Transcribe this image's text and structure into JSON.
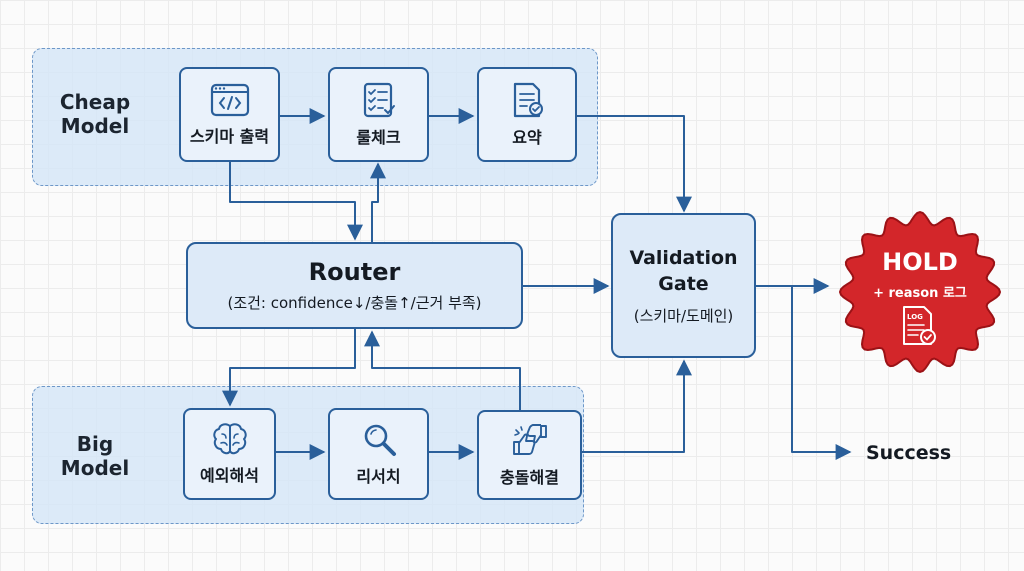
{
  "groups": {
    "cheap": {
      "label_line1": "Cheap",
      "label_line2": "Model"
    },
    "big": {
      "label_line1": "Big",
      "label_line2": "Model"
    }
  },
  "nodes": {
    "schema_output": {
      "label": "스키마 출력",
      "icon": "code-window-icon"
    },
    "rule_check": {
      "label": "룰체크",
      "icon": "checklist-icon"
    },
    "summary": {
      "label": "요약",
      "icon": "document-check-icon"
    },
    "exception_analysis": {
      "label": "예외해석",
      "icon": "brain-icon"
    },
    "research": {
      "label": "리서치",
      "icon": "magnifier-icon"
    },
    "conflict_resolution": {
      "label": "충돌해결",
      "icon": "thumbs-up-down-icon"
    }
  },
  "router": {
    "title": "Router",
    "subtitle": "(조건: confidence↓/충돌↑/근거 부족)"
  },
  "validation_gate": {
    "title_line1": "Validation",
    "title_line2": "Gate",
    "subtitle": "(스키마/도메인)"
  },
  "hold": {
    "title": "HOLD",
    "subtitle": "+ reason 로그",
    "icon_text": "LOG"
  },
  "success": {
    "label": "Success"
  },
  "colors": {
    "node_border": "#2a5f9a",
    "edge": "#2a5f9a",
    "hold_red": "#d3262a",
    "group_fill": "#d6e6f7"
  }
}
